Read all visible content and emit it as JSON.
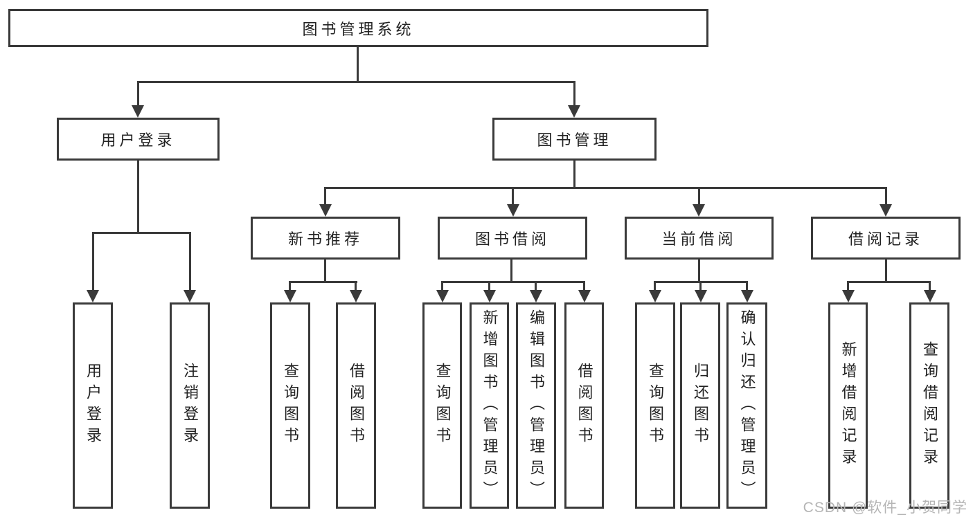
{
  "root": {
    "label": "图书管理系统"
  },
  "level2": [
    {
      "label": "用户登录"
    },
    {
      "label": "图书管理"
    }
  ],
  "level3": [
    {
      "label": "新书推荐"
    },
    {
      "label": "图书借阅"
    },
    {
      "label": "当前借阅"
    },
    {
      "label": "借阅记录"
    }
  ],
  "leaves": {
    "user_login": [
      {
        "label": "用户登录"
      },
      {
        "label": "注销登录"
      }
    ],
    "new_book": [
      {
        "label": "查询图书"
      },
      {
        "label": "借阅图书"
      }
    ],
    "book_borrow": [
      {
        "label": "查询图书"
      },
      {
        "label": "新增图书（管理员）"
      },
      {
        "label": "编辑图书（管理员）"
      },
      {
        "label": "借阅图书"
      }
    ],
    "current_borrow": [
      {
        "label": "查询图书"
      },
      {
        "label": "归还图书"
      },
      {
        "label": "确认归还（管理员）"
      }
    ],
    "borrow_records": [
      {
        "label": "新增借阅记录"
      },
      {
        "label": "查询借阅记录"
      }
    ]
  },
  "watermark": {
    "text": "CSDN @软件_小贺同学"
  },
  "colors": {
    "line": "#3a3a3a",
    "text": "#222222",
    "watermark": "#b5b5b5"
  }
}
